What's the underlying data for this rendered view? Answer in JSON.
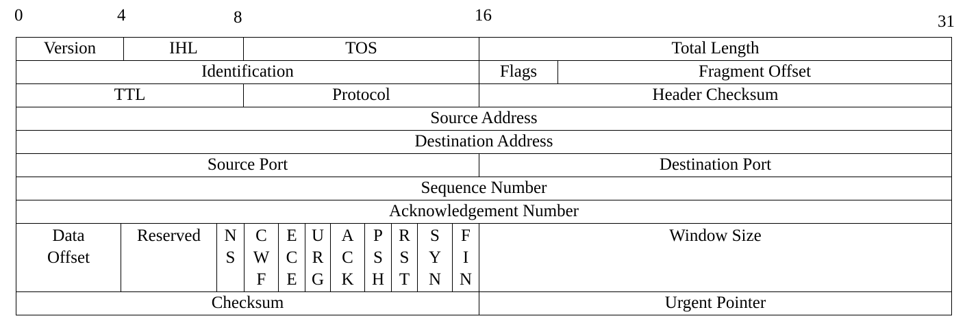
{
  "bit_markers": [
    "0",
    "4",
    "8",
    "16",
    "31"
  ],
  "rows": [
    [
      {
        "label": "Version"
      },
      {
        "label": "IHL"
      },
      {
        "label": "TOS"
      },
      {
        "label": "Total Length"
      }
    ],
    [
      {
        "label": "Identification"
      },
      {
        "label": "Flags"
      },
      {
        "label": "Fragment Offset"
      }
    ],
    [
      {
        "label": "TTL"
      },
      {
        "label": "Protocol"
      },
      {
        "label": "Header Checksum"
      }
    ],
    [
      {
        "label": "Source Address"
      }
    ],
    [
      {
        "label": "Destination Address"
      }
    ],
    [
      {
        "label": "Source Port"
      },
      {
        "label": "Destination Port"
      }
    ],
    [
      {
        "label": "Sequence Number"
      }
    ],
    [
      {
        "label": "Acknowledgement Number"
      }
    ],
    [
      {
        "label": "Data\nOffset"
      },
      {
        "label": "Reserved"
      },
      {
        "label": "N\nS"
      },
      {
        "label": "C\nW\nF"
      },
      {
        "label": "E\nC\nE"
      },
      {
        "label": "U\nR\nG"
      },
      {
        "label": "A\nC\nK"
      },
      {
        "label": "P\nS\nH"
      },
      {
        "label": "R\nS\nT"
      },
      {
        "label": "S\nY\nN"
      },
      {
        "label": "F\nI\nN"
      },
      {
        "label": "Window Size"
      }
    ],
    [
      {
        "label": "Checksum"
      },
      {
        "label": "Urgent Pointer"
      }
    ]
  ]
}
